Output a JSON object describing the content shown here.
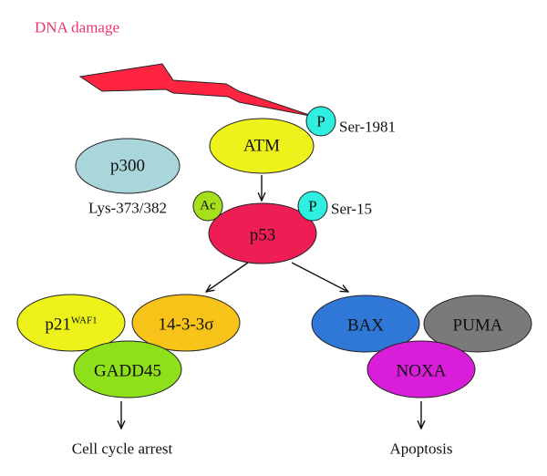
{
  "title": "DNA damage",
  "nodes": {
    "atm": "ATM",
    "atm_phospho": "P",
    "atm_site": "Ser-1981",
    "p300": "p300",
    "p300_site": "Lys-373/382",
    "p53": "p53",
    "p53_acetyl": "Ac",
    "p53_phospho": "P",
    "p53_site": "Ser-15",
    "p21": "p21",
    "p21_sup": "WAF1",
    "sigma": "14-3-3σ",
    "gadd45": "GADD45",
    "bax": "BAX",
    "puma": "PUMA",
    "noxa": "NOXA"
  },
  "outcomes": {
    "arrest": "Cell cycle arrest",
    "apoptosis": "Apoptosis"
  },
  "colors": {
    "title": "#e8386b",
    "lightning": "#ff2440",
    "atm": "#ecf21a",
    "phospho": "#2ff0e0",
    "p300": "#a9d6da",
    "acetyl": "#a6e01a",
    "p53": "#ee1e55",
    "p21": "#ecf21a",
    "sigma": "#f9c41a",
    "gadd45": "#8ee01a",
    "bax": "#2f78d8",
    "puma": "#7a7a7a",
    "noxa": "#d81ed8"
  }
}
